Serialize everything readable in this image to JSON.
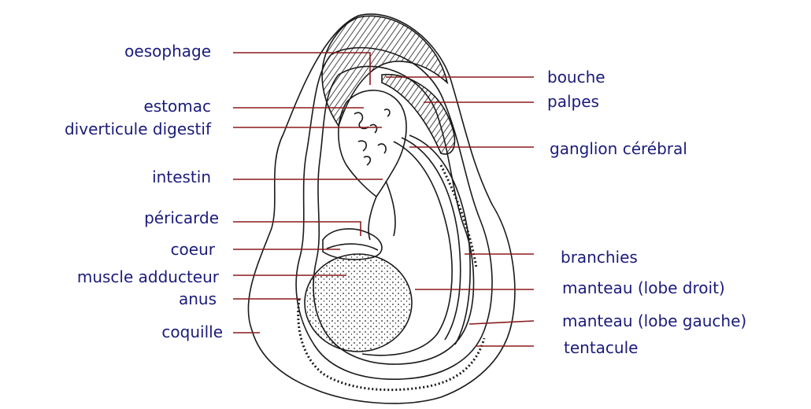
{
  "diagram": {
    "line_color": "#8b1a1a",
    "label_color": "#1b1b7a",
    "outline_color": "#1a1a1a",
    "labels_left": [
      {
        "key": "oesophage",
        "text": "oesophage"
      },
      {
        "key": "estomac",
        "text": "estomac"
      },
      {
        "key": "diverticule",
        "text": "diverticule digestif"
      },
      {
        "key": "intestin",
        "text": "intestin"
      },
      {
        "key": "pericarde",
        "text": "péricarde"
      },
      {
        "key": "coeur",
        "text": "coeur"
      },
      {
        "key": "muscle",
        "text": "muscle adducteur"
      },
      {
        "key": "anus",
        "text": "anus"
      },
      {
        "key": "coquille",
        "text": "coquille"
      }
    ],
    "labels_right": [
      {
        "key": "bouche",
        "text": "bouche"
      },
      {
        "key": "palpes",
        "text": "palpes"
      },
      {
        "key": "ganglion",
        "text": "ganglion cérébral"
      },
      {
        "key": "branchies",
        "text": "branchies"
      },
      {
        "key": "manteau_droit",
        "text": "manteau (lobe droit)"
      },
      {
        "key": "manteau_gauche",
        "text": "manteau (lobe gauche)"
      },
      {
        "key": "tentacule",
        "text": "tentacule"
      }
    ]
  }
}
